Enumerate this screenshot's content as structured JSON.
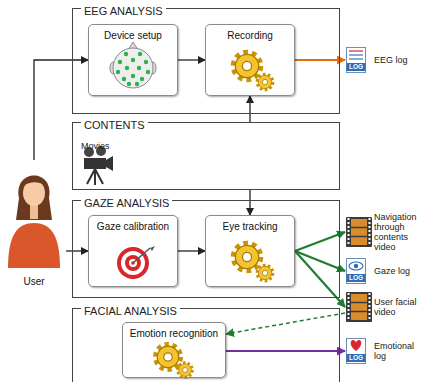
{
  "diagram": {
    "nodes": [
      {
        "text": [
          "EEG ANALYSIS"
        ]
      },
      {
        "text": [
          "Device setup"
        ],
        "in": 0
      },
      {
        "text": [
          "Recording"
        ],
        "in": 0
      },
      {
        "text": [
          "EEG log"
        ]
      },
      {
        "text": [
          "User"
        ]
      },
      {
        "text": [
          "CONTENTS",
          "Movies"
        ]
      },
      {
        "text": [
          "GAZE ANALYSIS"
        ]
      },
      {
        "text": [
          "Gaze calibration"
        ],
        "in": 6
      },
      {
        "text": [
          "Eye tracking"
        ],
        "in": 6
      },
      {
        "text": [
          "Navigation through contents video"
        ]
      },
      {
        "text": [
          "Gaze log"
        ]
      },
      {
        "text": [
          "User facial video"
        ]
      },
      {
        "text": [
          "FACIAL ANALYSIS"
        ]
      },
      {
        "text": [
          "Emotion recognition"
        ],
        "in": 12
      },
      {
        "text": [
          "Emotional log"
        ]
      }
    ],
    "edges": [
      {
        "from": 4,
        "to": 1,
        "arrow": "to"
      },
      {
        "from": 4,
        "to": 7,
        "arrow": "to"
      },
      {
        "from": 1,
        "to": 2,
        "arrow": "to"
      },
      {
        "from": 2,
        "to": 3,
        "arrow": "to"
      },
      {
        "from": 5,
        "to": 2,
        "arrow": "to"
      },
      {
        "from": 5,
        "to": 8,
        "arrow": "to"
      },
      {
        "from": 7,
        "to": 8,
        "arrow": "to"
      },
      {
        "from": 8,
        "to": 9,
        "arrow": "to"
      },
      {
        "from": 8,
        "to": 10,
        "arrow": "to"
      },
      {
        "from": 8,
        "to": 11,
        "arrow": "to"
      },
      {
        "from": 11,
        "to": 13,
        "arrow": "to"
      },
      {
        "from": 13,
        "to": 14,
        "arrow": "to"
      }
    ],
    "labels": [
      "LOG",
      "LOG",
      "LOG"
    ]
  }
}
